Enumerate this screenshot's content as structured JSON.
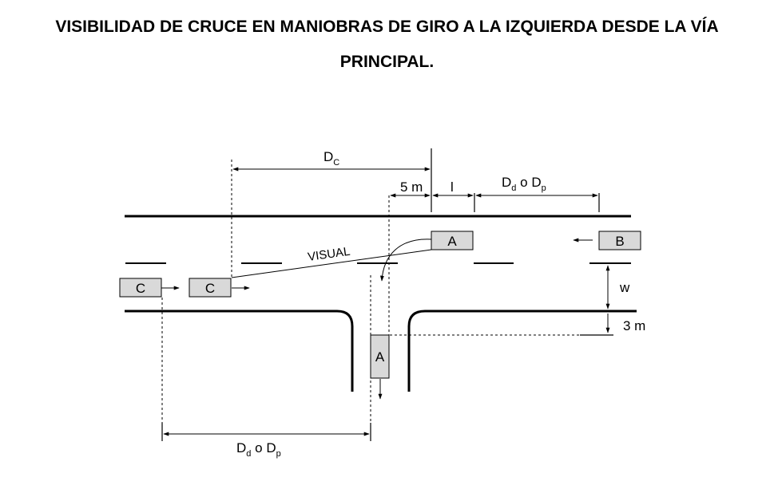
{
  "title": {
    "line1": "VISIBILIDAD DE CRUCE EN MANIOBRAS DE GIRO A LA IZQUIERDA DESDE LA VÍA",
    "line2": "PRINCIPAL."
  },
  "labels": {
    "dc_main": "D",
    "dc_sub": "C",
    "five_m": "5 m",
    "l": "l",
    "dd_main": "D",
    "dd_sub": "d",
    "o": " o ",
    "dp_main": "D",
    "dp_sub": "p",
    "visual": "VISUAL",
    "w": "w",
    "three_m": "3 m"
  },
  "vehicles": {
    "a_main": "A",
    "a_side": "A",
    "b": "B",
    "c_left": "C",
    "c_right": "C"
  }
}
